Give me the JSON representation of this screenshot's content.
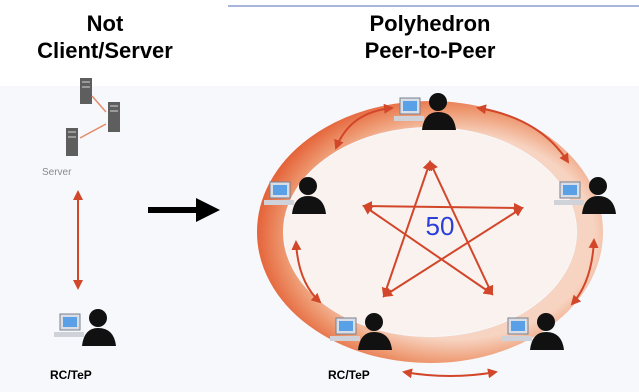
{
  "titles": {
    "left_line1": "Not",
    "left_line2": "Client/Server",
    "right_line1": "Polyhedron",
    "right_line2": "Peer-to-Peer"
  },
  "labels": {
    "server": "Server",
    "peer_count": "50",
    "left_caption": "RC/TeP",
    "right_caption": "RC/TeP"
  },
  "colors": {
    "ring": "#e8754f",
    "arrow": "#d2462a",
    "person": "#111111",
    "count": "#2b3fd6"
  },
  "icons": {
    "server_rack": "server-rack-icon",
    "workstation": "computer-user-icon",
    "transition": "right-arrow-icon"
  }
}
